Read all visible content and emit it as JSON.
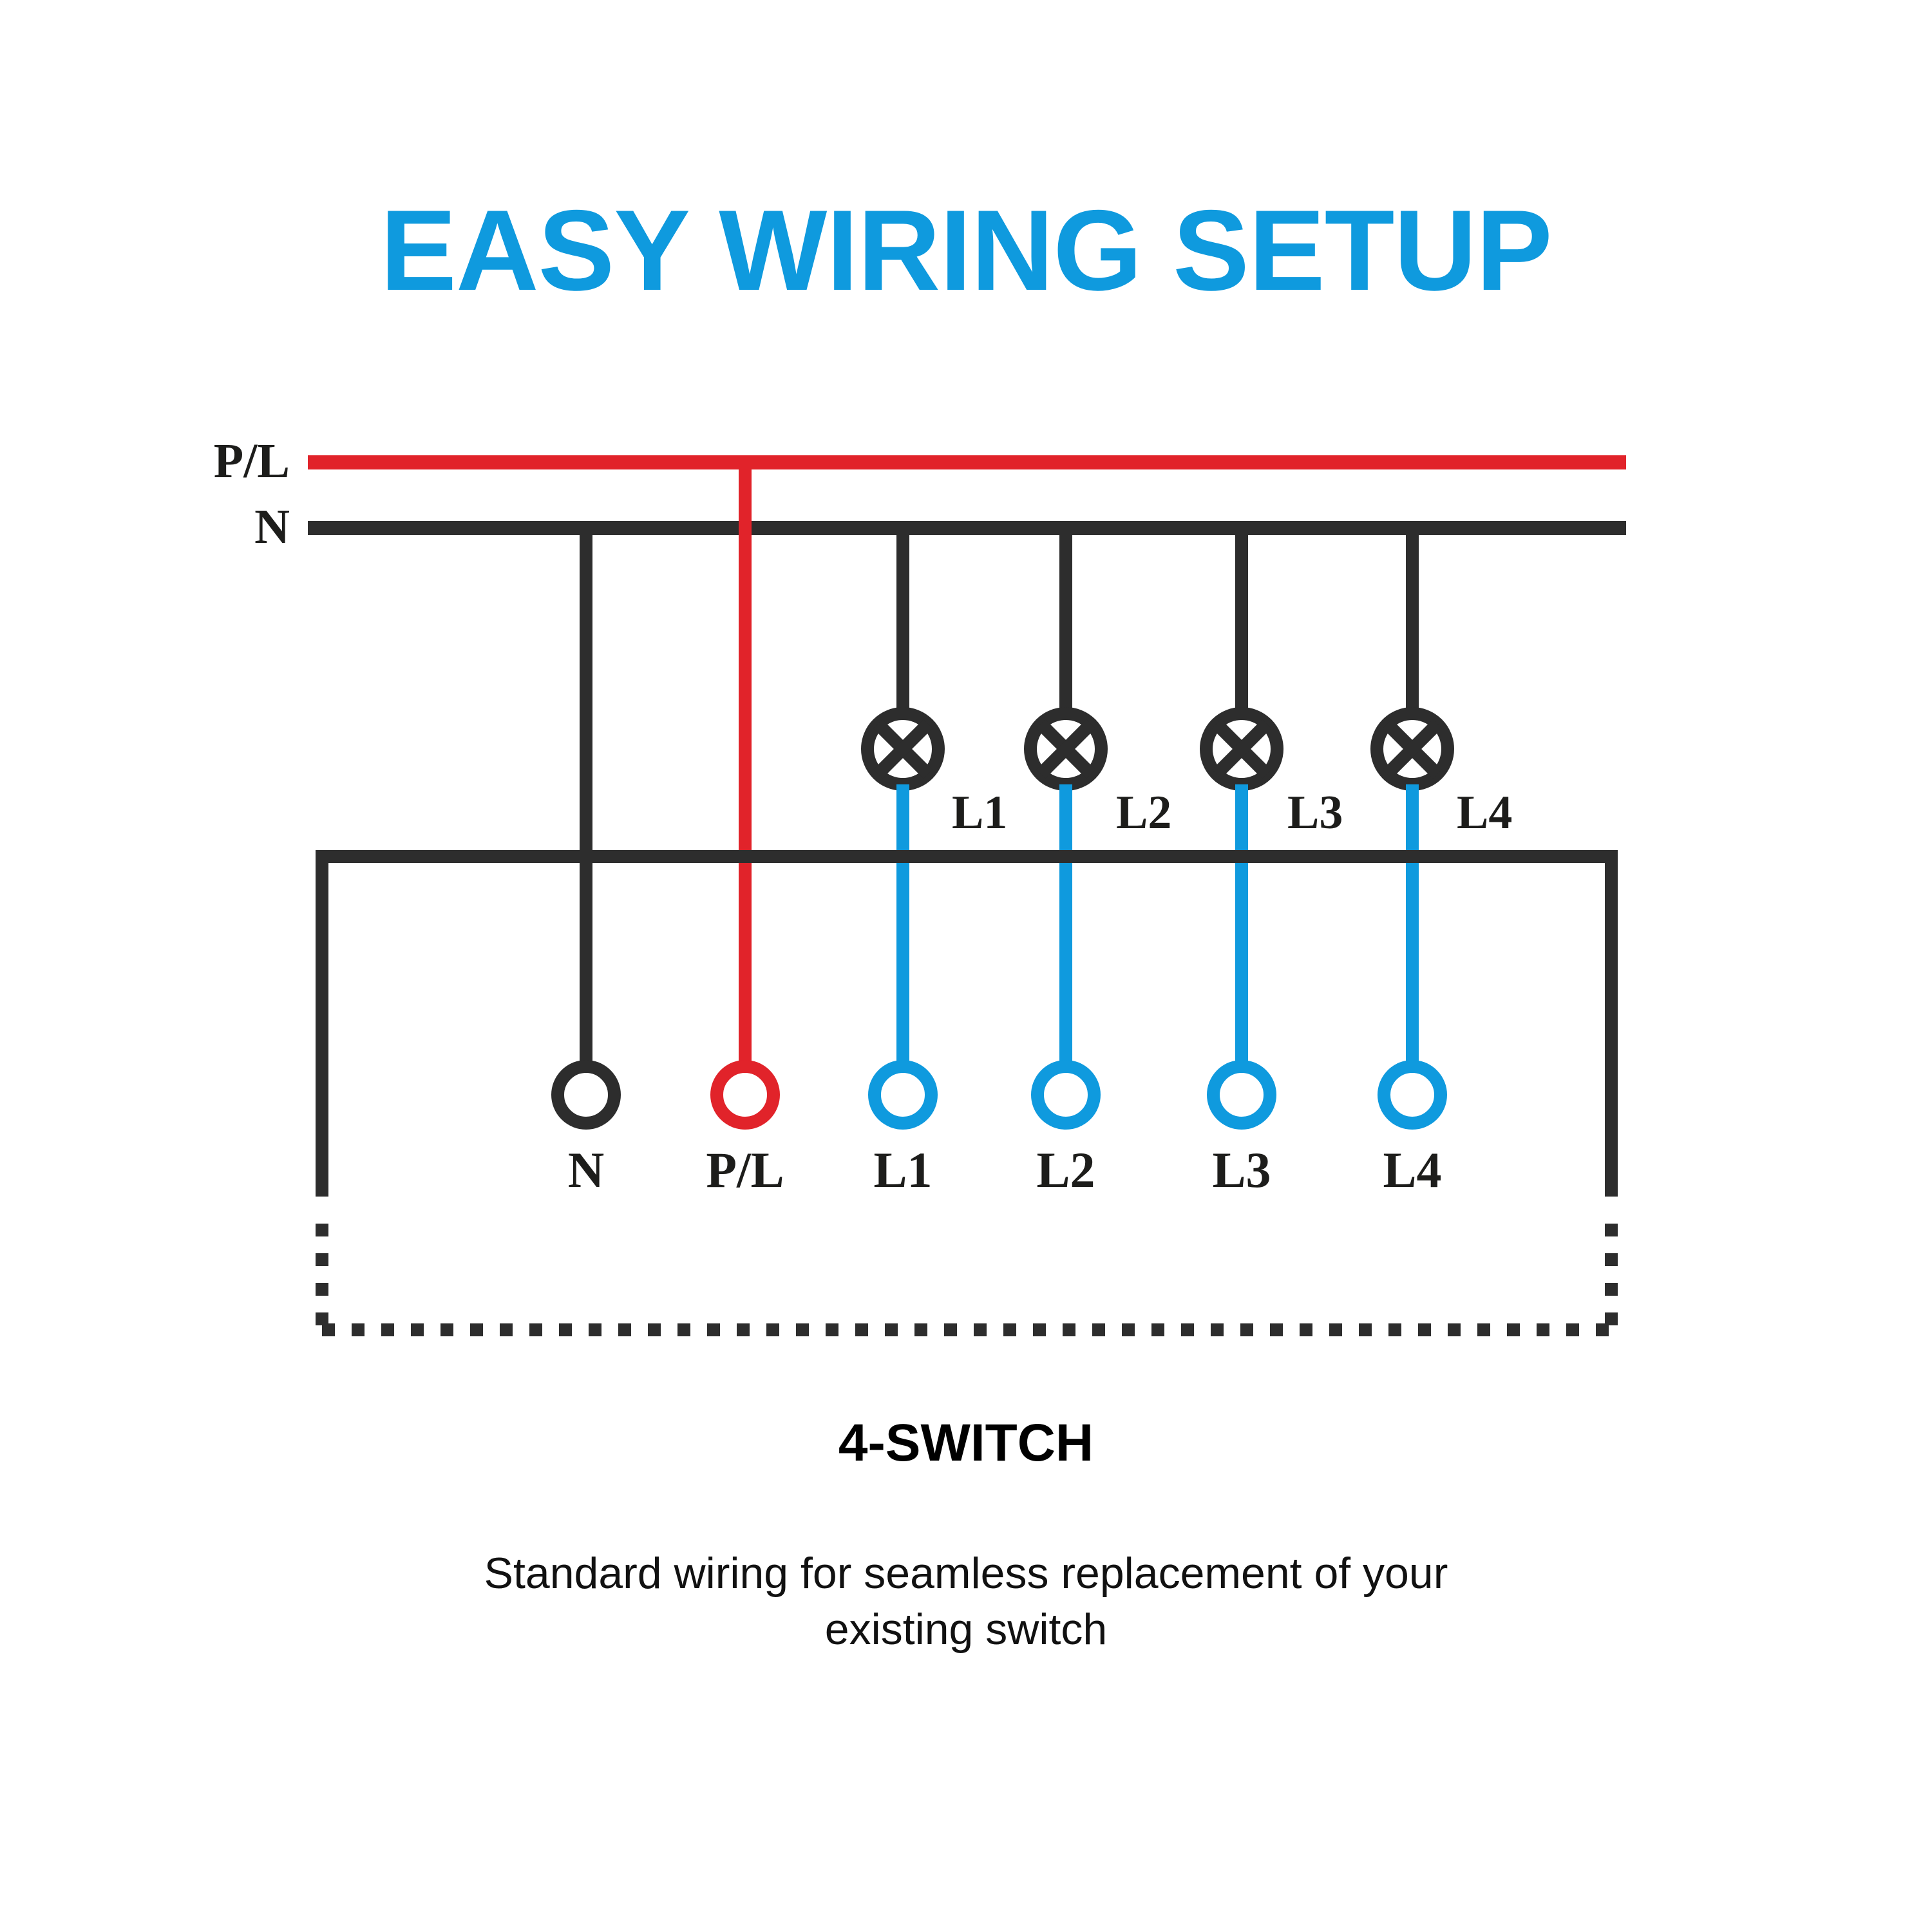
{
  "page": {
    "background_color": "#ffffff",
    "title": "EASY WIRING SETUP",
    "title_color": "#0f9ade"
  },
  "colors": {
    "accent_blue": "#0f9ade",
    "live_red": "#e1232a",
    "neutral_black": "#2d2d2d",
    "text_black": "#1d1d1b"
  },
  "diagram": {
    "type": "electrical-wiring-diagram",
    "bus_labels": [
      {
        "name": "live-bus-label",
        "text": "P/L",
        "color": "#e1232a"
      },
      {
        "name": "neutral-bus-label",
        "text": "N",
        "color": "#2d2d2d"
      }
    ],
    "lamps": [
      {
        "label": "L1",
        "symbol": "crossed-circle"
      },
      {
        "label": "L2",
        "symbol": "crossed-circle"
      },
      {
        "label": "L3",
        "symbol": "crossed-circle"
      },
      {
        "label": "L4",
        "symbol": "crossed-circle"
      }
    ],
    "terminals": [
      {
        "label": "N",
        "color": "#2d2d2d"
      },
      {
        "label": "P/L",
        "color": "#e1232a"
      },
      {
        "label": "L1",
        "color": "#0f9ade"
      },
      {
        "label": "L2",
        "color": "#0f9ade"
      },
      {
        "label": "L3",
        "color": "#0f9ade"
      },
      {
        "label": "L4",
        "color": "#0f9ade"
      }
    ],
    "switch_outline_style": "solid-top-and-sides-dotted-bottom"
  },
  "caption": {
    "heading": "4-SWITCH",
    "line1": "Standard wiring for seamless replacement of your",
    "line2": "existing switch"
  }
}
